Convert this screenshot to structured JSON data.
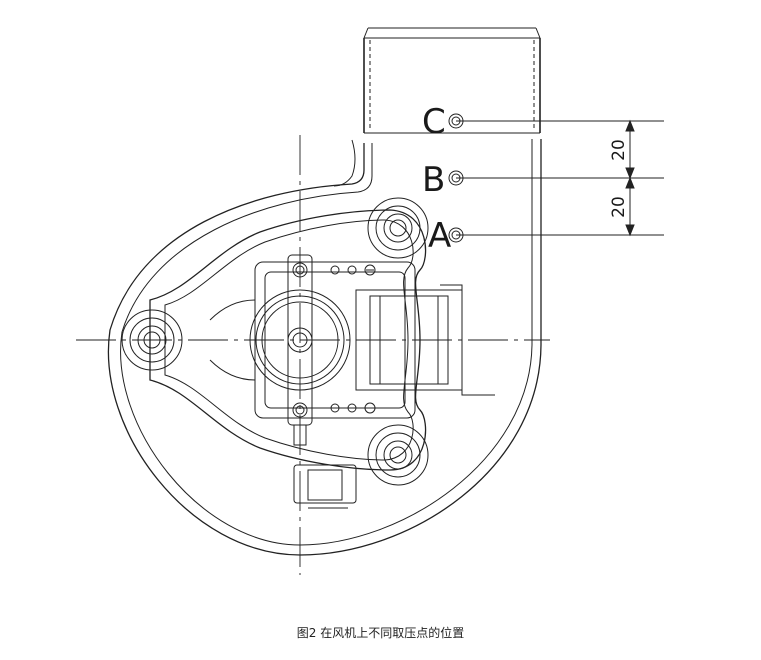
{
  "figure": {
    "caption": "图2 在风机上不同取压点的位置",
    "points": [
      {
        "label": "C"
      },
      {
        "label": "B"
      },
      {
        "label": "A"
      }
    ],
    "dimensions": [
      {
        "value": "20"
      },
      {
        "value": "20"
      }
    ]
  }
}
